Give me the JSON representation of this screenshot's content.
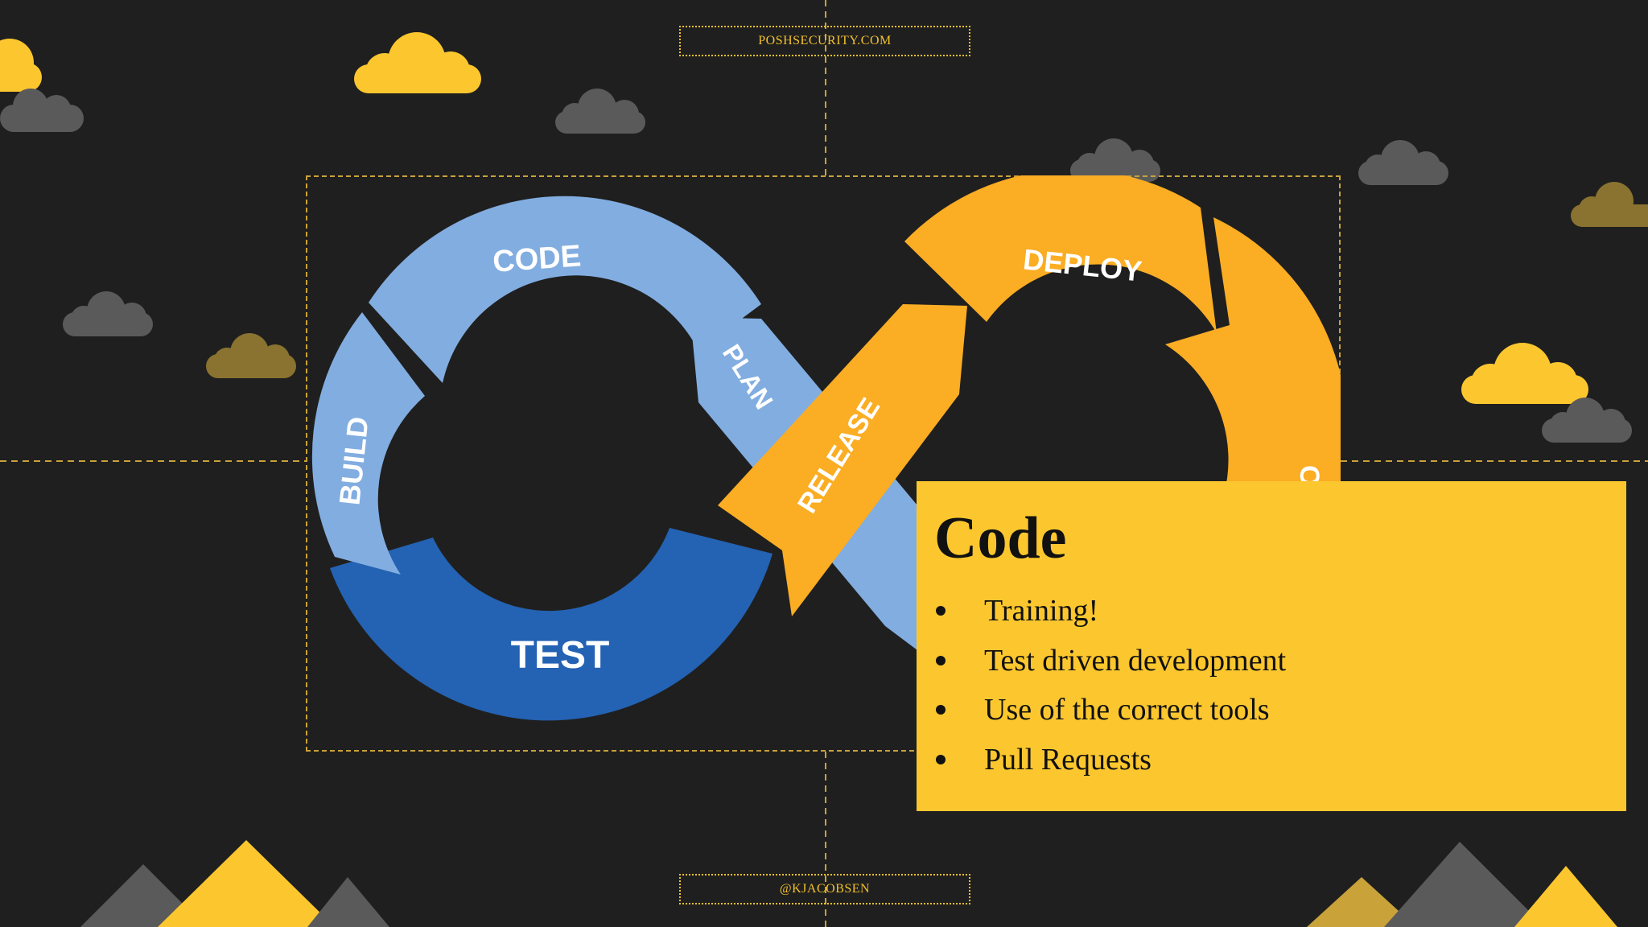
{
  "header": {
    "site": "POSHSECURITY.COM"
  },
  "footer": {
    "handle": "@KJACOBSEN"
  },
  "diagram": {
    "stages": [
      "CODE",
      "BUILD",
      "TEST",
      "PLAN",
      "RELEASE",
      "DEPLOY",
      "OP"
    ]
  },
  "card": {
    "title": "Code",
    "items": [
      "Training!",
      "Test driven development",
      "Use of the correct tools",
      "Pull Requests"
    ]
  },
  "colors": {
    "background": "#1f1f1f",
    "accent_yellow": "#fcc72e",
    "light_blue": "#82ade0",
    "dark_blue": "#2462b3",
    "orange": "#fbad23",
    "cloud_gray": "#5a5a5a"
  },
  "icons": [
    "cloud-icon",
    "mountain-icon"
  ]
}
